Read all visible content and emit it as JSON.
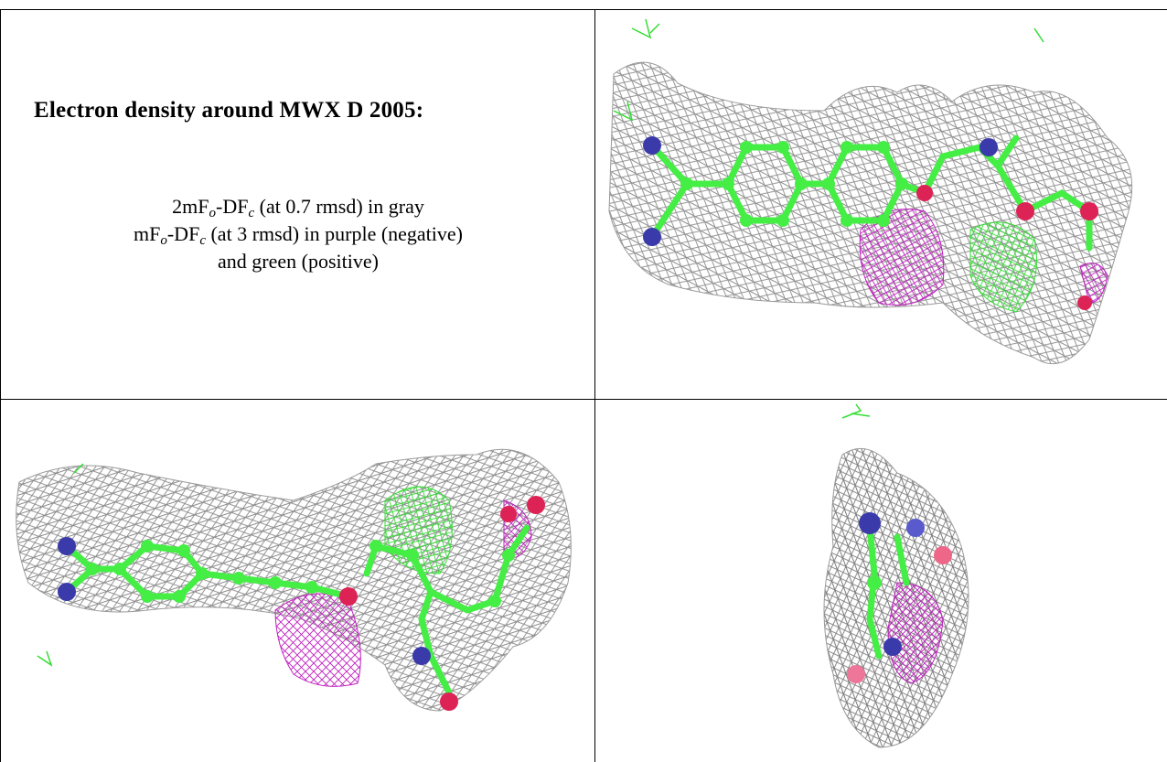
{
  "title": "Electron density around MWX D 2005:",
  "legend": {
    "line1_prefix": "2mF",
    "line1_sub1": "o",
    "line1_mid": "-DF",
    "line1_sub2": "c",
    "line1_suffix": " (at 0.7 rmsd) in gray",
    "line2_prefix": "mF",
    "line2_sub1": "o",
    "line2_mid": "-DF",
    "line2_sub2": "c",
    "line2_suffix": " (at 3 rmsd) in purple (negative)",
    "line3": "and green (positive)"
  },
  "colors": {
    "mesh_2fofc": "#8c8c8c",
    "mesh_negative": "#c020c0",
    "mesh_positive": "#33dd33",
    "carbon": "#44ee44",
    "nitrogen": "#3a3aaa",
    "oxygen": "#dd2255"
  },
  "panels": [
    {
      "name": "density-view-top-right",
      "view": "side"
    },
    {
      "name": "density-view-bottom-left",
      "view": "side"
    },
    {
      "name": "density-view-bottom-right",
      "view": "end-on"
    }
  ]
}
